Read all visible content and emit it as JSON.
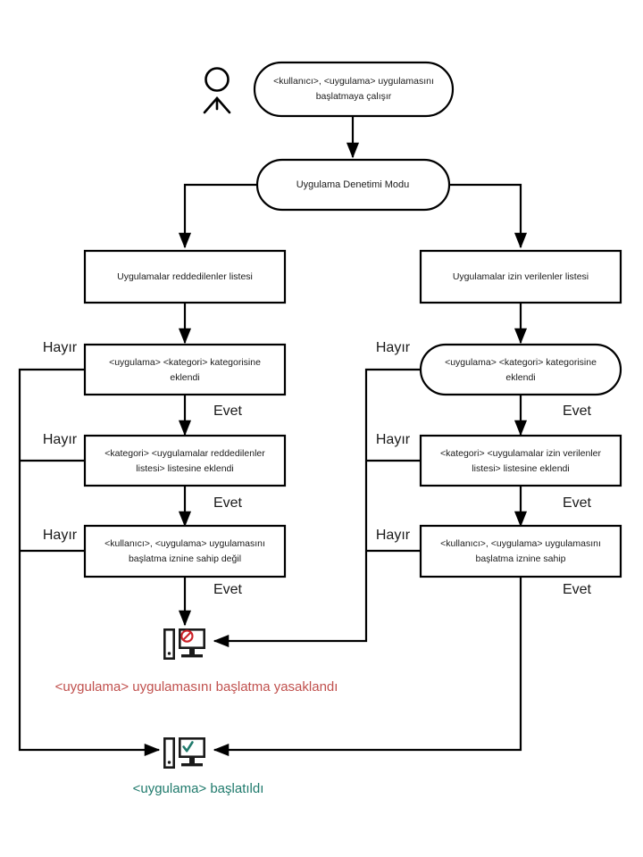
{
  "diagram": {
    "title": "Uygulama Denetimi Modu akis semasi",
    "language": "tr",
    "colors": {
      "stroke": "#000000",
      "text": "#1a1a1a",
      "deny": "#c0504d",
      "allow": "#1f7a6c",
      "background": "#ffffff"
    }
  },
  "nodes": {
    "actor": {
      "icon": "user-icon"
    },
    "start": {
      "shape": "rounded",
      "line1": "<kullanıcı>,  <uygulama> uygulamasını",
      "line2": "başlatmaya çalışır"
    },
    "mode": {
      "shape": "rounded",
      "line1": "Uygulama Denetimi Modu"
    },
    "denylist": {
      "shape": "rect",
      "line1": "Uygulamalar reddedilenler listesi"
    },
    "allowlist": {
      "shape": "rect",
      "line1": "Uygulamalar izin verilenler listesi"
    },
    "deny_category": {
      "shape": "rect",
      "line1": "<uygulama> <kategori> kategorisine",
      "line2": "eklendi"
    },
    "allow_category": {
      "shape": "rounded",
      "line1": "<uygulama> <kategori> kategorisine",
      "line2": "eklendi"
    },
    "deny_in_list": {
      "shape": "rect",
      "line1": "<kategori> <uygulamalar reddedilenler",
      "line2": "listesi> listesine eklendi"
    },
    "allow_in_list": {
      "shape": "rect",
      "line1": "<kategori> <uygulamalar izin verilenler",
      "line2": "listesi> listesine eklendi"
    },
    "deny_permission": {
      "shape": "rect",
      "line1": "<kullanıcı>,  <uygulama> uygulamasını",
      "line2": "başlatma iznine sahip değil"
    },
    "allow_permission": {
      "shape": "rect",
      "line1": "<kullanıcı>,  <uygulama> uygulamasını",
      "line2": "başlatma iznine sahip"
    },
    "blocked_icon": {
      "icon": "computer-blocked-icon"
    },
    "started_icon": {
      "icon": "computer-allowed-icon"
    }
  },
  "branch_labels": {
    "no": "Hayır",
    "yes": "Evet",
    "left": {
      "no_1": "Hayır",
      "yes_1": "Evet",
      "no_2": "Hayır",
      "yes_2": "Evet",
      "no_3": "Hayır",
      "yes_3": "Evet"
    },
    "right": {
      "no_1": "Hayır",
      "yes_1": "Evet",
      "no_2": "Hayır",
      "yes_2": "Evet",
      "no_3": "Hayır",
      "yes_3": "Evet"
    }
  },
  "captions": {
    "denied": "<uygulama>  uygulamasını  başlatma yasaklandı",
    "started": "<uygulama>  başlatıldı"
  }
}
